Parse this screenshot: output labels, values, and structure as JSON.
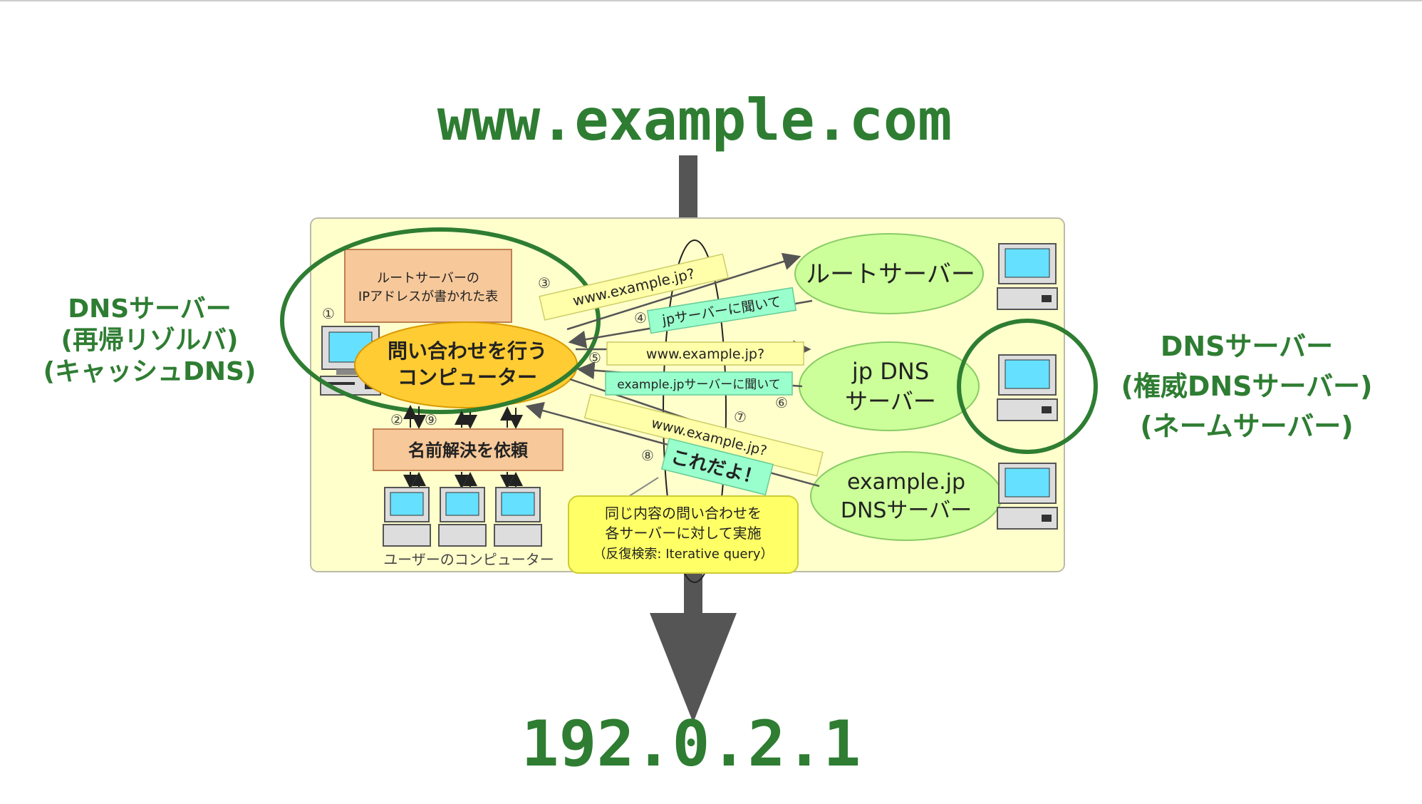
{
  "slide": {
    "domain": "www.example.com",
    "ip_address": "192.0.2.1"
  },
  "left_label": {
    "line1": "DNSサーバー",
    "line2": "(再帰リゾルバ)",
    "line3": "(キャッシュDNS)"
  },
  "right_label": {
    "line1": "DNSサーバー",
    "line2": "(権威DNSサーバー)",
    "line3": "(ネームサーバー)"
  },
  "diagram": {
    "table_box": {
      "line1": "ルートサーバーの",
      "line2": "IPアドレスが書かれた表"
    },
    "inquirer": {
      "line1": "問い合わせを行う",
      "line2": "コンピューター"
    },
    "name_request": "名前解決を依頼",
    "user_computers": "ユーザーのコンピューター",
    "root_server": "ルートサーバー",
    "jp_server": {
      "line1": "jp DNS",
      "line2": "サーバー"
    },
    "example_server": {
      "line1": "example.jp",
      "line2": "DNSサーバー"
    },
    "query_root": "www.example.jp?",
    "answer_root": "jpサーバーに聞いて",
    "query_jp": "www.example.jp?",
    "answer_jp": "example.jpサーバーに聞いて",
    "query_example": "www.example.jp?",
    "answer_example": "これだよ！",
    "note": {
      "line1": "同じ内容の問い合わせを",
      "line2": "各サーバーに対して実施",
      "line3": "（反復検索: Iterative query）"
    },
    "steps": [
      "①",
      "②",
      "③",
      "④",
      "⑤",
      "⑥",
      "⑦",
      "⑧",
      "⑨"
    ]
  },
  "colors": {
    "accent_green": "#2e7d32",
    "panel_bg": "#ffffcc",
    "server_ellipse": "#ccff99",
    "inquirer_ellipse": "#ffcc33",
    "table_box": "#f6c89a",
    "query_tag": "#ffffaa",
    "answer_tag": "#99ffcc",
    "arrow_gray": "#555555"
  }
}
